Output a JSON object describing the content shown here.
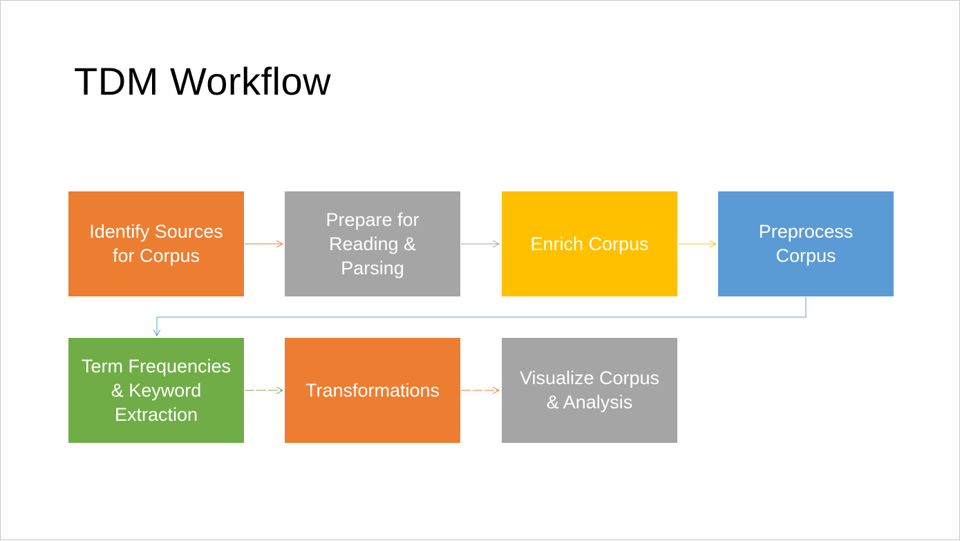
{
  "slide": {
    "title": "TDM Workflow"
  },
  "colors": {
    "orange": "#ED7D31",
    "gray": "#A5A5A5",
    "gold": "#FFC000",
    "blue": "#5B9BD5",
    "green": "#70AD47"
  },
  "steps": [
    {
      "label": "Identify Sources for Corpus",
      "color": "#ED7D31"
    },
    {
      "label": "Prepare for Reading & Parsing",
      "color": "#A5A5A5"
    },
    {
      "label": "Enrich Corpus",
      "color": "#FFC000"
    },
    {
      "label": "Preprocess Corpus",
      "color": "#5B9BD5"
    },
    {
      "label": "Term Frequencies & Keyword Extraction",
      "color": "#70AD47"
    },
    {
      "label": "Transformations",
      "color": "#ED7D31"
    },
    {
      "label": "Visualize Corpus & Analysis",
      "color": "#A5A5A5"
    }
  ]
}
